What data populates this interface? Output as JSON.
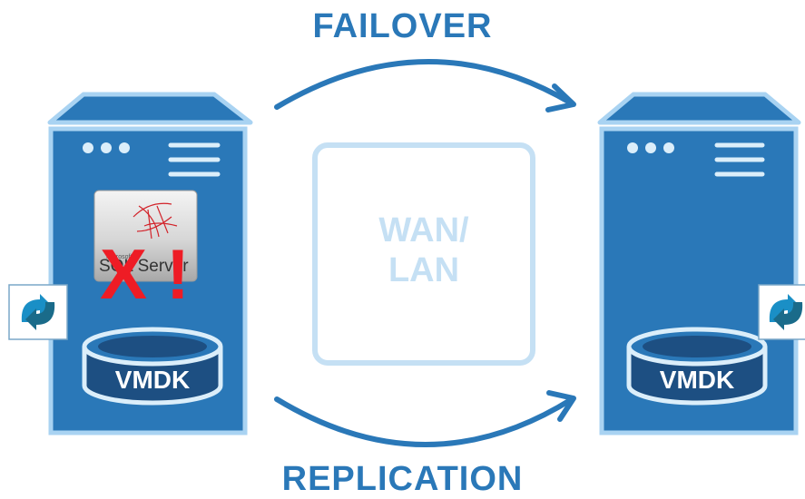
{
  "labels": {
    "top_arrow": "FAILOVER",
    "bottom_arrow": "REPLICATION",
    "network_box": [
      "WAN/",
      "LAN"
    ]
  },
  "servers": [
    {
      "id": "primary",
      "disk_label": "VMDK",
      "app": {
        "name": "SQL Server",
        "status": "failed"
      },
      "failure_mark": "X !",
      "side_icon": "replication-icon"
    },
    {
      "id": "secondary",
      "disk_label": "VMDK",
      "side_icon": "replication-icon"
    }
  ],
  "sql_logo_text": {
    "small": "Microsoft",
    "big": "SQL Server"
  },
  "colors": {
    "server_blue": "#2a78b8",
    "server_border": "#a9d3f2",
    "arrow_blue": "#2a78b8",
    "network_box": "#c5e0f4",
    "failure_red": "#ee1c25",
    "disk_dark": "#1d4f82"
  }
}
